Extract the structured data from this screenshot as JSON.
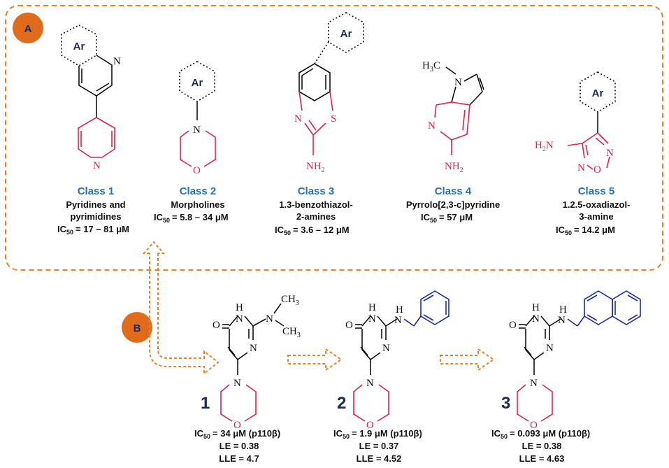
{
  "panel_a": {
    "badge": "A",
    "ar_label": "Ar",
    "classes": [
      {
        "title": "Class 1",
        "lines": [
          "Pyridines and",
          "pyrimidines"
        ],
        "ic50_value": "= 17 – 81 μM"
      },
      {
        "title": "Class 2",
        "lines": [
          "Morpholines"
        ],
        "ic50_value": "= 5.8 – 34 μM"
      },
      {
        "title": "Class 3",
        "lines": [
          "1.3-benzothiazol-",
          "2-amines"
        ],
        "ic50_value": "= 3.6 – 12 μM"
      },
      {
        "title": "Class 4",
        "lines": [
          "Pyrrolo[2,3-c]pyridine"
        ],
        "ic50_value": "= 57 μM"
      },
      {
        "title": "Class 5",
        "lines": [
          "1.2.5-oxadiazol-",
          "3-amine"
        ],
        "ic50_value": "= 14.2 μM"
      }
    ]
  },
  "panel_b": {
    "badge": "B",
    "compounds": [
      {
        "number": "1",
        "ic50_value": "= 34 μM (p110β)",
        "le": "LE = 0.38",
        "lle": "LLE = 4.7"
      },
      {
        "number": "2",
        "ic50_value": "= 1.9 μM (p110β)",
        "le": "LE = 0.37",
        "lle": "LLE = 4.52"
      },
      {
        "number": "3",
        "ic50_value": "= 0.093 μM (p110β)",
        "le": "LE = 0.38",
        "lle": "LLE = 4.63"
      }
    ]
  },
  "atoms": {
    "N": "N",
    "S": "S",
    "O": "O",
    "H": "H",
    "NH": "NH",
    "NH2": "NH",
    "sub2": "2",
    "H3C": "H",
    "sub3": "3",
    "C": "C",
    "CH3": "CH",
    "H2N": "H",
    "N_amine": "N",
    "ic": "IC",
    "sub50": "50"
  }
}
